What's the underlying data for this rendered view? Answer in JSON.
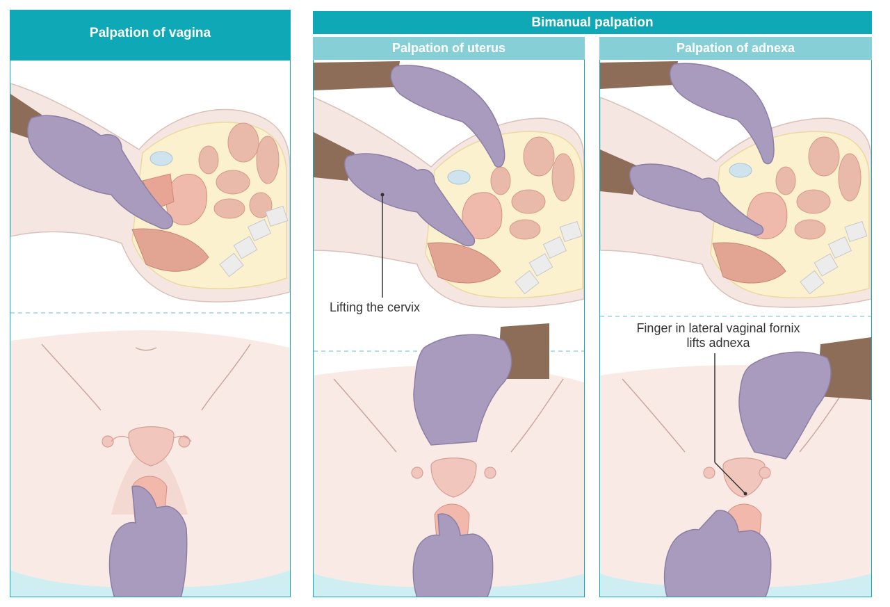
{
  "headers": {
    "vagina": "Palpation of vagina",
    "bimanual": "Bimanual palpation",
    "uterus": "Palpation of uterus",
    "adnexa": "Palpation of adnexa"
  },
  "callouts": {
    "cervix": "Lifting the cervix",
    "adnexa": "Finger in lateral vaginal fornix lifts adnexa"
  },
  "colors": {
    "header_dark": "#0fa8b6",
    "header_light": "#86cfd7",
    "glove": "#a99bbd",
    "skin": "#f6e6e2",
    "arm": "#9c7b64"
  }
}
